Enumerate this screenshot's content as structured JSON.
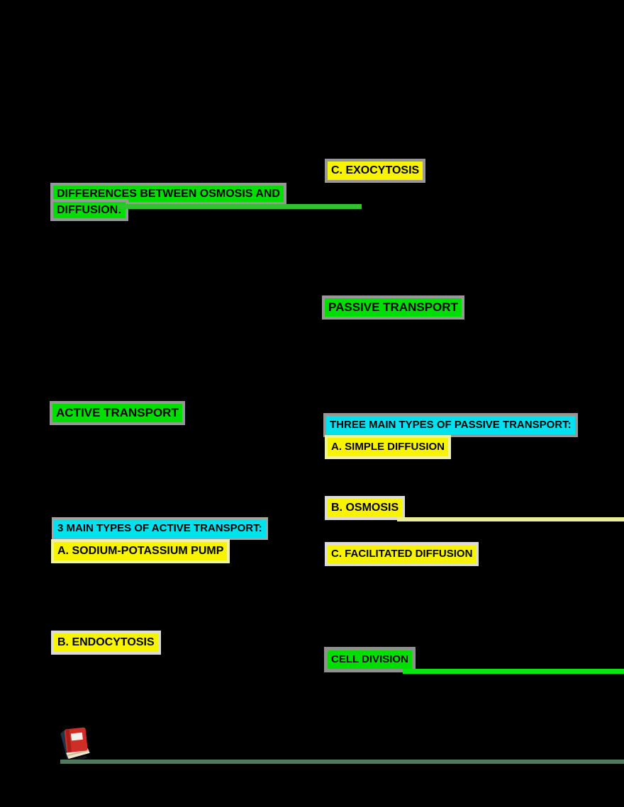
{
  "document": {
    "type": "study-notes-page",
    "background": "#000000",
    "note": "black page where only highlighted headings are visible"
  },
  "labels": {
    "exocytosis": {
      "text": "C. EXOCYTOSIS",
      "highlight": "yellow"
    },
    "differences": {
      "lines": [
        "DIFFERENCES BETWEEN OSMOSIS AND",
        "DIFFUSION:"
      ],
      "highlight": "green"
    },
    "passive_transport": {
      "text": "PASSIVE TRANSPORT",
      "highlight": "green"
    },
    "active_transport": {
      "text": "ACTIVE TRANSPORT",
      "highlight": "green"
    },
    "three_main_passive": {
      "text": "THREE MAIN TYPES OF PASSIVE TRANSPORT:",
      "highlight": "cyan"
    },
    "simple_diffusion": {
      "text": "A. SIMPLE DIFFUSION",
      "highlight": "yellow"
    },
    "osmosis": {
      "text": "B. OSMOSIS",
      "highlight": "yellow"
    },
    "three_main_active": {
      "text": "3 MAIN TYPES OF ACTIVE TRANSPORT:",
      "highlight": "cyan"
    },
    "sodium_potassium_pump": {
      "text": "A. SODIUM-POTASSIUM PUMP",
      "highlight": "yellow"
    },
    "facilitated_diffusion": {
      "text": "C. FACILITATED DIFFUSION",
      "highlight": "yellow"
    },
    "endocytosis": {
      "text": "B. ENDOCYTOSIS",
      "highlight": "yellow"
    },
    "cell_division": {
      "text": "CELL DIVISION",
      "highlight": "green"
    }
  },
  "decorations": {
    "differences_underline": {
      "color": "#2ec42e"
    },
    "osmosis_underline": {
      "color": "#e9ee8e"
    },
    "cell_division_underline": {
      "color": "#0ce60c"
    },
    "footer_rule": {
      "color": "#50795f"
    },
    "book_icon": {
      "name": "red-closed-book-icon"
    }
  },
  "colors": {
    "background": "#000000",
    "highlight_yellow": "#f8f400",
    "highlight_green": "#00dd00",
    "highlight_cyan": "#00e1ef",
    "label_text": "#000000",
    "shadow_gray": "#979797",
    "shadow_light_gray": "#dcdcdc"
  }
}
